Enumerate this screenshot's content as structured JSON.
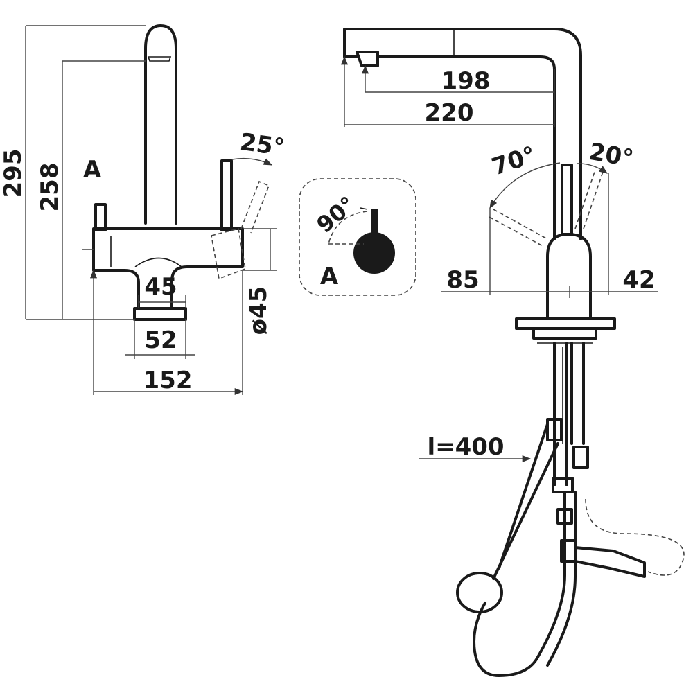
{
  "dimensions": {
    "total_height": "295",
    "spout_height": "258",
    "side_a_label": "A",
    "lever_angle": "25°",
    "base_width_inner": "45",
    "base_diameter": "ø45",
    "base_width": "52",
    "total_width": "152",
    "inset_angle": "90°",
    "inset_label": "A",
    "spout_reach_inner": "198",
    "spout_reach": "220",
    "lever_angle_front": "70°",
    "lever_angle_back": "20°",
    "front_offset": "85",
    "back_offset": "42",
    "hose_length": "l=400"
  },
  "colors": {
    "ink": "#1a1a1a",
    "dim_line": "#444444",
    "background": "#ffffff"
  }
}
